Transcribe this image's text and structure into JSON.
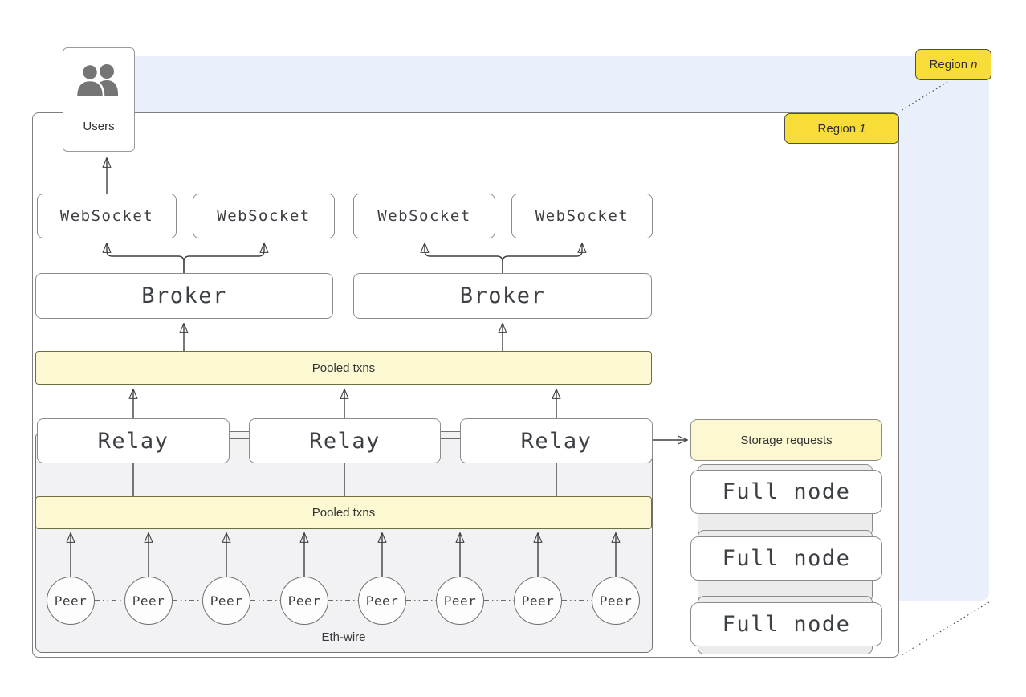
{
  "regions": {
    "region_n": {
      "prefix": "Region",
      "suffix": "n"
    },
    "region_1": {
      "prefix": "Region",
      "suffix": "1"
    }
  },
  "users": {
    "label": "Users"
  },
  "websockets": [
    {
      "label": "WebSocket"
    },
    {
      "label": "WebSocket"
    },
    {
      "label": "WebSocket"
    },
    {
      "label": "WebSocket"
    }
  ],
  "brokers": [
    {
      "label": "Broker"
    },
    {
      "label": "Broker"
    }
  ],
  "pooled_txns_top": {
    "label": "Pooled txns"
  },
  "pooled_txns_bottom": {
    "label": "Pooled txns"
  },
  "relays": [
    {
      "label": "Relay"
    },
    {
      "label": "Relay"
    },
    {
      "label": "Relay"
    }
  ],
  "peers": [
    {
      "label": "Peer"
    },
    {
      "label": "Peer"
    },
    {
      "label": "Peer"
    },
    {
      "label": "Peer"
    },
    {
      "label": "Peer"
    },
    {
      "label": "Peer"
    },
    {
      "label": "Peer"
    },
    {
      "label": "Peer"
    }
  ],
  "eth_wire": {
    "label": "Eth-wire"
  },
  "storage_requests": {
    "label": "Storage requests"
  },
  "full_nodes": [
    {
      "label": "Full node"
    },
    {
      "label": "Full node"
    },
    {
      "label": "Full node"
    }
  ],
  "colors": {
    "badge_yellow": "#f8dc38",
    "pale_yellow_bar": "#fbf8d2",
    "region_blue": "#e9effb",
    "container_gray": "#f2f2f4",
    "line_dark": "#3f3f3f"
  },
  "icons": {
    "users_icon": "users-icon"
  }
}
